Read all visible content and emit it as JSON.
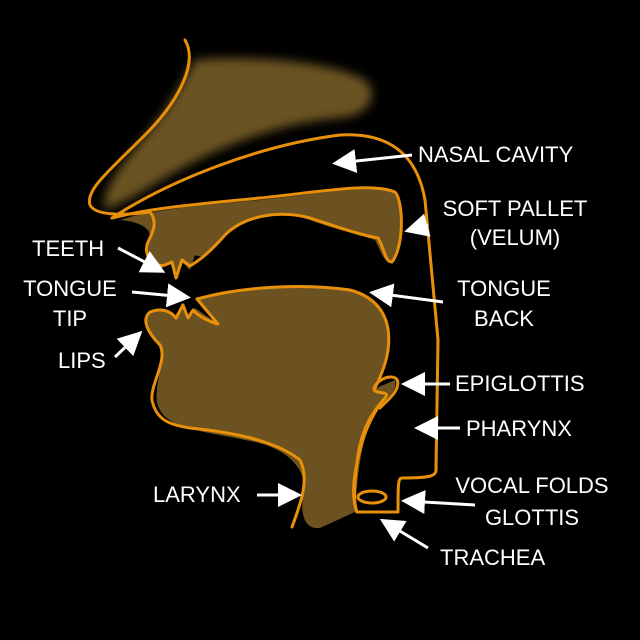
{
  "colors": {
    "background": "#000000",
    "tissue": "#6b5220",
    "outline": "#e8900a",
    "label": "#ffffff"
  },
  "labels": {
    "nasal_cavity": "NASAL CAVITY",
    "soft_pallet": "SOFT PALLET",
    "velum": "(VELUM)",
    "teeth": "TEETH",
    "tongue_tip_1": "TONGUE",
    "tongue_tip_2": "TIP",
    "tongue_back_1": "TONGUE",
    "tongue_back_2": "BACK",
    "lips": "LIPS",
    "epiglottis": "EPIGLOTTIS",
    "pharynx": "PHARYNX",
    "vocal_folds": "VOCAL FOLDS",
    "glottis": "GLOTTIS",
    "larynx": "LARYNX",
    "trachea": "TRACHEA"
  }
}
